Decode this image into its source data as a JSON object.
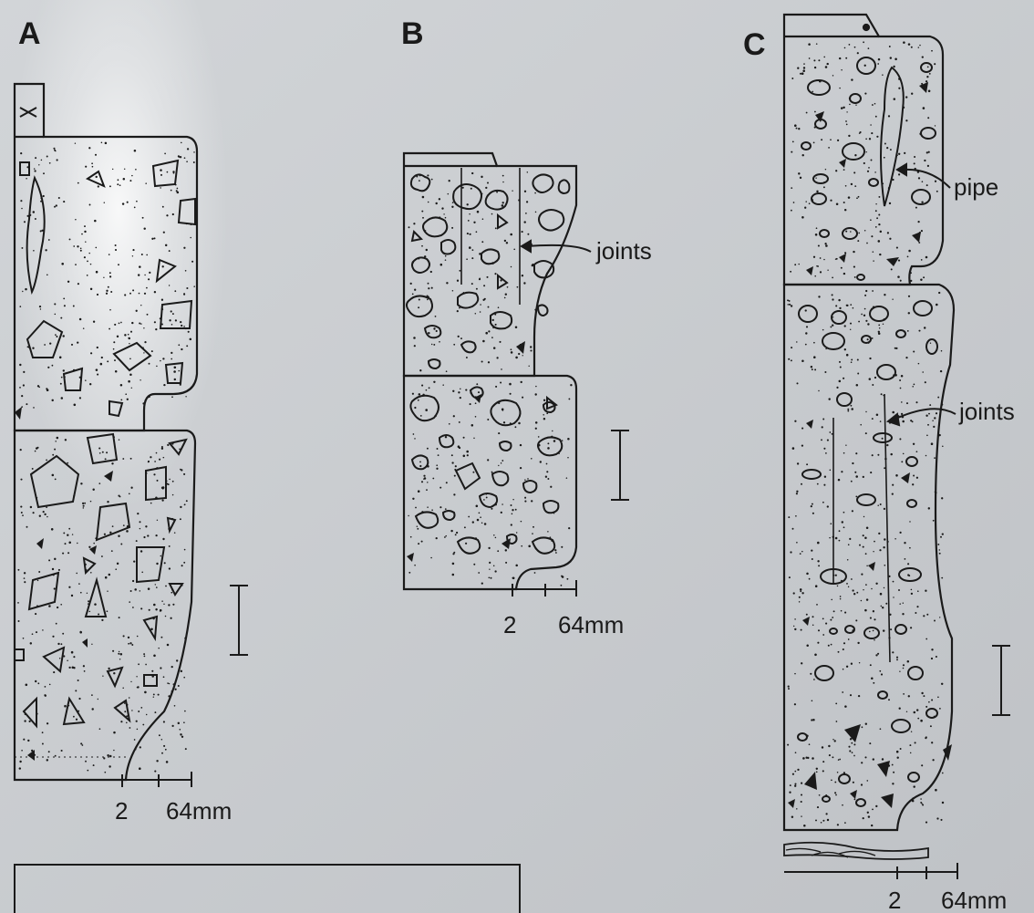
{
  "panels": [
    {
      "letter": "A",
      "scale": {
        "min": "2",
        "max": "64mm"
      }
    },
    {
      "letter": "B",
      "scale": {
        "min": "2",
        "max": "64mm"
      },
      "annotations": [
        "joints"
      ]
    },
    {
      "letter": "C",
      "scale": {
        "min": "2",
        "max": "64mm"
      },
      "annotations": [
        "pipe",
        "joints"
      ]
    }
  ],
  "colors": {
    "background": "#c9ccd0",
    "ink": "#1a1a1a",
    "glare": "#ffffff"
  }
}
